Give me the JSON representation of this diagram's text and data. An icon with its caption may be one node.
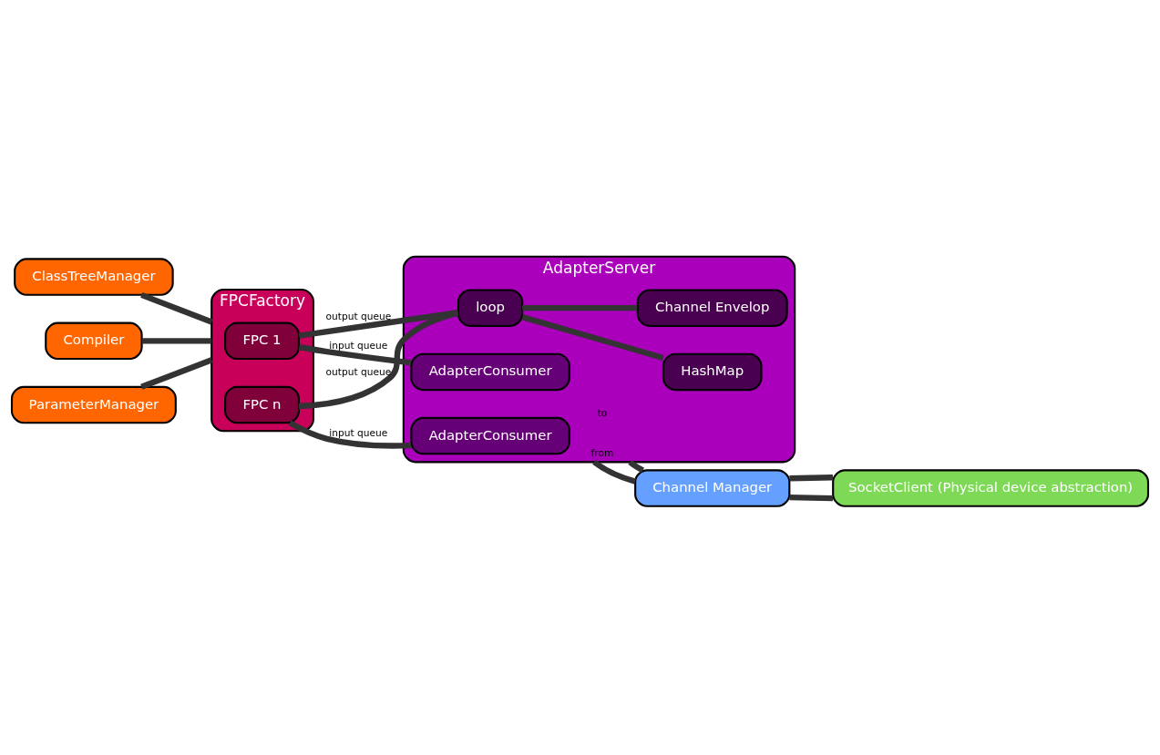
{
  "diagram": {
    "nodes": [
      {
        "text": [
          "ClassTreeManager"
        ]
      },
      {
        "text": [
          "Compiler"
        ]
      },
      {
        "text": [
          "ParameterManager"
        ]
      },
      {
        "text": [
          "FPCFactory"
        ]
      },
      {
        "text": [
          "FPC 1"
        ],
        "in": 3
      },
      {
        "text": [
          "FPC n"
        ],
        "in": 3
      },
      {
        "text": [
          "AdapterServer"
        ]
      },
      {
        "text": [
          "AdapterConsumer"
        ],
        "in": 6
      },
      {
        "text": [
          "AdapterConsumer"
        ],
        "in": 6
      },
      {
        "text": [
          "loop"
        ],
        "in": 6
      },
      {
        "text": [
          "HashMap"
        ],
        "in": 6
      },
      {
        "text": [
          "Channel Envelop"
        ],
        "in": 6
      },
      {
        "text": [
          "Channel Manager"
        ]
      },
      {
        "text": [
          "SocketClient (Physical device abstraction)"
        ]
      }
    ],
    "edges": [
      {
        "from": 0,
        "to": 3,
        "arrow": "none"
      },
      {
        "from": 1,
        "to": 3,
        "arrow": "none"
      },
      {
        "from": 2,
        "to": 3,
        "arrow": "none"
      },
      {
        "from": 4,
        "to": 7,
        "label": "input queue",
        "arrow": "none"
      },
      {
        "from": 4,
        "to": 9,
        "label": "output queue",
        "arrow": "none"
      },
      {
        "from": 5,
        "to": 8,
        "label": "input queue",
        "arrow": "none"
      },
      {
        "from": 5,
        "to": 9,
        "label": "output queue",
        "arrow": "none"
      },
      {
        "from": 9,
        "to": 10,
        "arrow": "none"
      },
      {
        "from": 9,
        "to": 11,
        "arrow": "none"
      },
      {
        "from": 6,
        "to": 12,
        "label": "to",
        "arrow": "none"
      },
      {
        "from": 6,
        "to": 12,
        "label": "from",
        "arrow": "none"
      },
      {
        "from": 12,
        "to": 13,
        "arrow": "none"
      },
      {
        "from": 12,
        "to": 13,
        "arrow": "none"
      }
    ]
  }
}
